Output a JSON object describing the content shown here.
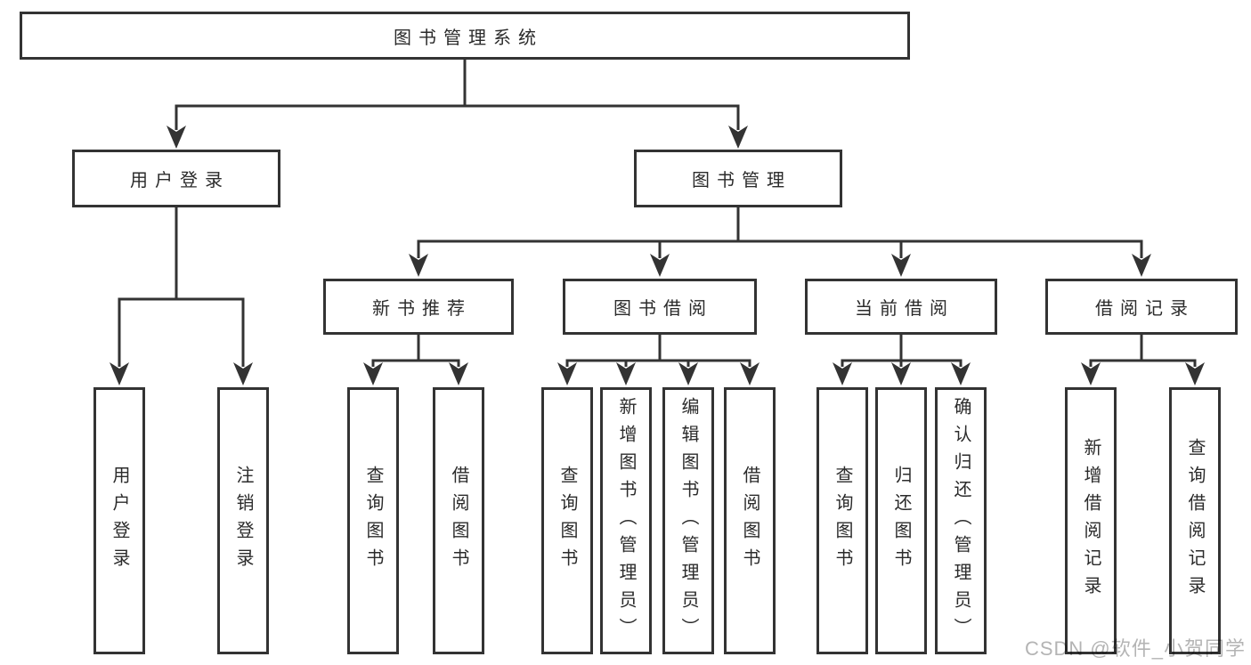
{
  "diagram": {
    "tree": {
      "root": {
        "label": "图书管理系统",
        "children": [
          {
            "label": "用户登录",
            "children": [
              {
                "label": "用户登录"
              },
              {
                "label": "注销登录"
              }
            ]
          },
          {
            "label": "图书管理",
            "children": [
              {
                "label": "新书推荐",
                "children": [
                  {
                    "label": "查询图书"
                  },
                  {
                    "label": "借阅图书"
                  }
                ]
              },
              {
                "label": "图书借阅",
                "children": [
                  {
                    "label": "查询图书"
                  },
                  {
                    "label": "新增图书（管理员）"
                  },
                  {
                    "label": "编辑图书（管理员）"
                  },
                  {
                    "label": "借阅图书"
                  }
                ]
              },
              {
                "label": "当前借阅",
                "children": [
                  {
                    "label": "查询图书"
                  },
                  {
                    "label": "归还图书"
                  },
                  {
                    "label": "确认归还（管理员）"
                  }
                ]
              },
              {
                "label": "借阅记录",
                "children": [
                  {
                    "label": "新增借阅记录"
                  },
                  {
                    "label": "查询借阅记录"
                  }
                ]
              }
            ]
          }
        ]
      }
    },
    "colors": {
      "line": "#333333",
      "box_border": "#333333",
      "box_fill": "#ffffff",
      "text": "#2b2b2b",
      "watermark": "#b4b4b4"
    }
  },
  "watermark": {
    "text": "CSDN @软件_小贺同学"
  }
}
